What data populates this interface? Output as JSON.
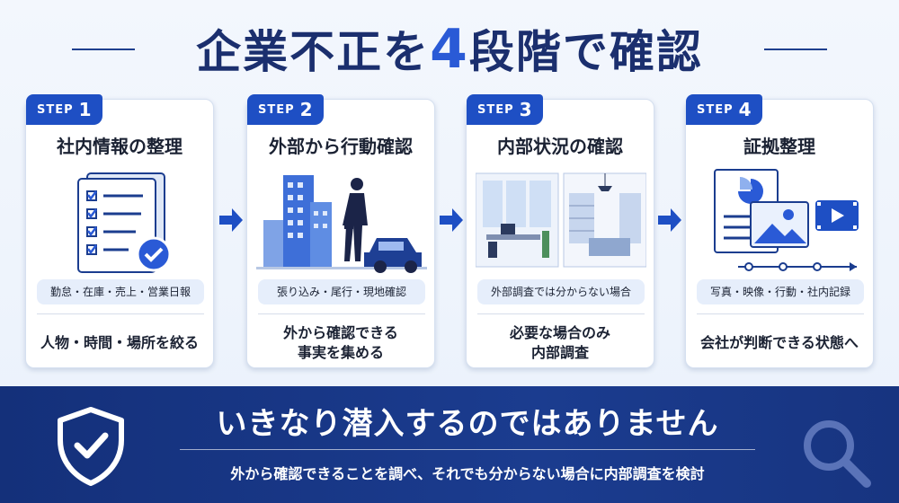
{
  "title": {
    "prefix": "企業不正を",
    "number": "4",
    "suffix": "段階で確認"
  },
  "steps": [
    {
      "step_label": "STEP",
      "step_num": "1",
      "title": "社内情報の整理",
      "pill": "勤怠・在庫・売上・営業日報",
      "desc": [
        "人物・時間・場所を絞る"
      ],
      "icon": "document-checklist-icon"
    },
    {
      "step_label": "STEP",
      "step_num": "2",
      "title": "外部から行動確認",
      "pill": "張り込み・尾行・現地確認",
      "desc": [
        "外から確認できる",
        "事実を集める"
      ],
      "icon": "city-person-car-icon"
    },
    {
      "step_label": "STEP",
      "step_num": "3",
      "title": "内部状況の確認",
      "pill": "外部調査では分からない場合",
      "desc": [
        "必要な場合のみ",
        "内部調査"
      ],
      "icon": "office-interior-icon"
    },
    {
      "step_label": "STEP",
      "step_num": "4",
      "title": "証拠整理",
      "pill": "写真・映像・行動・社内記録",
      "desc": [
        "会社が判断できる状態へ"
      ],
      "icon": "evidence-report-icon"
    }
  ],
  "banner": {
    "main": "いきなり潜入するのではありません",
    "sub": "外から確認できることを調べ、それでも分からない場合に内部調査を検討"
  },
  "colors": {
    "primary": "#1e4fc4",
    "navy": "#14307a",
    "title": "#1b2f6e",
    "pill_bg": "#e6eefb"
  }
}
